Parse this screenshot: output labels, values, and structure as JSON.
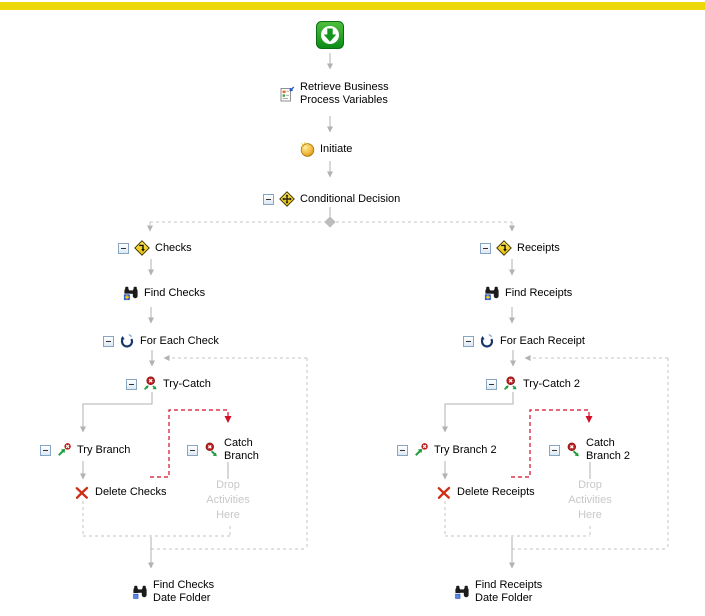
{
  "colors": {
    "top_bar": "#EDD90B",
    "connector": "#B2B2B2",
    "dashed": "#C6C6C6",
    "catch_red": "#D40E26",
    "drop_text": "#C8C8C8",
    "diamond_junction": "#BCBCBC",
    "label": "#000000"
  },
  "icons": {
    "start": "green-start-down-arrow-icon",
    "retrieve": "document-with-blue-arrow-icon",
    "initiate": "gold-coin-icon",
    "conditional": "yellow-diamond-cross-arrows-icon",
    "branch_case": "yellow-diamond-bent-arrow-icon",
    "find": "binoculars-plus-badge-icon",
    "for_each": "blue-loop-arrow-icon",
    "try_catch": "red-error-circle-green-arrows-icon",
    "try_branch": "green-arrow-red-error-badge-icon",
    "catch_branch": "red-error-circle-green-down-arrow-icon",
    "delete": "red-x-icon",
    "find_folder": "binoculars-blue-badge-icon",
    "collapse": "minus-box-icon"
  },
  "nodes": {
    "retrieve": {
      "label": "Retrieve Business\nProcess Variables"
    },
    "initiate": {
      "label": "Initiate"
    },
    "conditional": {
      "label": "Conditional Decision"
    },
    "checks": {
      "label": "Checks"
    },
    "find_checks": {
      "label": "Find Checks"
    },
    "for_each_check": {
      "label": "For Each Check"
    },
    "try_catch": {
      "label": "Try-Catch"
    },
    "try_branch": {
      "label": "Try Branch"
    },
    "catch_branch": {
      "label": "Catch\nBranch"
    },
    "delete_checks": {
      "label": "Delete Checks"
    },
    "drop_1": {
      "label": "Drop\nActivities\nHere"
    },
    "find_checks_df": {
      "label": "Find Checks\nDate Folder"
    },
    "receipts": {
      "label": "Receipts"
    },
    "find_receipts": {
      "label": "Find Receipts"
    },
    "for_each_receipt": {
      "label": "For Each Receipt"
    },
    "try_catch_2": {
      "label": "Try-Catch 2"
    },
    "try_branch_2": {
      "label": "Try Branch 2"
    },
    "catch_branch_2": {
      "label": "Catch\nBranch 2"
    },
    "delete_receipts": {
      "label": "Delete Receipts"
    },
    "drop_2": {
      "label": "Drop\nActivities\nHere"
    },
    "find_receipts_df": {
      "label": "Find Receipts\nDate Folder"
    }
  }
}
